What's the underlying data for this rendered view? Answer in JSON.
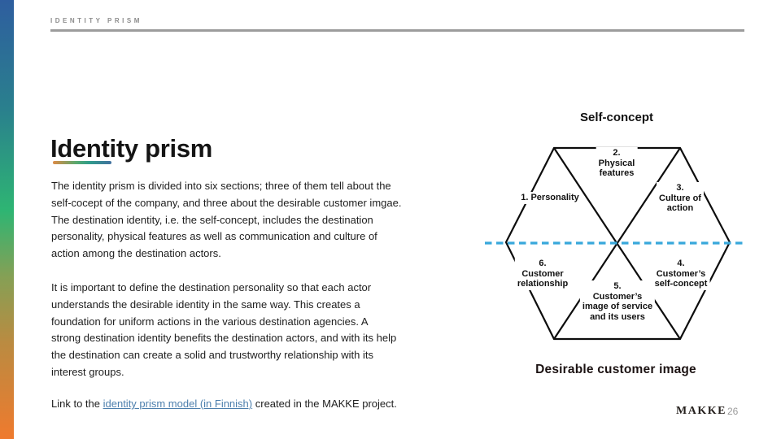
{
  "slide": {
    "eyebrow": "IDENTITY PRISM",
    "title": "Identity prism",
    "paragraphs": [
      "The identity prism is divided into six sections; three of them tell about the\nself-cocept of the company, and three about the desirable customer imgae.\nThe destination identity, i.e. the self-concept, includes the destination\npersonality, physical  features as well as communication and culture of\naction among the destination actors.",
      "It is important to define the destination personality so that each actor\nunderstands the desirable identity in the same way. This creates a\nfoundation for uniform actions in the various destination agencies. A\nstrong destination identity benefits the destination actors, and with its help\nthe destination can create a solid and trustworthy relationship with its\ninterest groups."
    ],
    "footer": {
      "prefix": "Link to the ",
      "link_text": "identity prism model (in Finnish)",
      "suffix": " created in the MAKKE project."
    },
    "brand": "MAKKE",
    "page_number": "26"
  },
  "diagram": {
    "top_caption": "Self-concept",
    "bottom_caption": "Desirable customer image",
    "sections": {
      "s1": "1. Personality",
      "s2": "2.\nPhysical\nfeatures",
      "s3": "3.\nCulture of\naction",
      "s4": "4.\nCustomer’s\nself-concept",
      "s5": "5.\nCustomer’s\nimage of service\nand its users",
      "s6": "6.\nCustomer\nrelationship"
    }
  },
  "colors": {
    "dashed_divider": "#38A8DB",
    "diagram_lines": "#0d0d0d",
    "link": "#4d7fad",
    "accent_bar_top": "#2E5E9F",
    "accent_bar_middle": "#2EB573",
    "accent_bar_bottom": "#EF7A2E"
  }
}
